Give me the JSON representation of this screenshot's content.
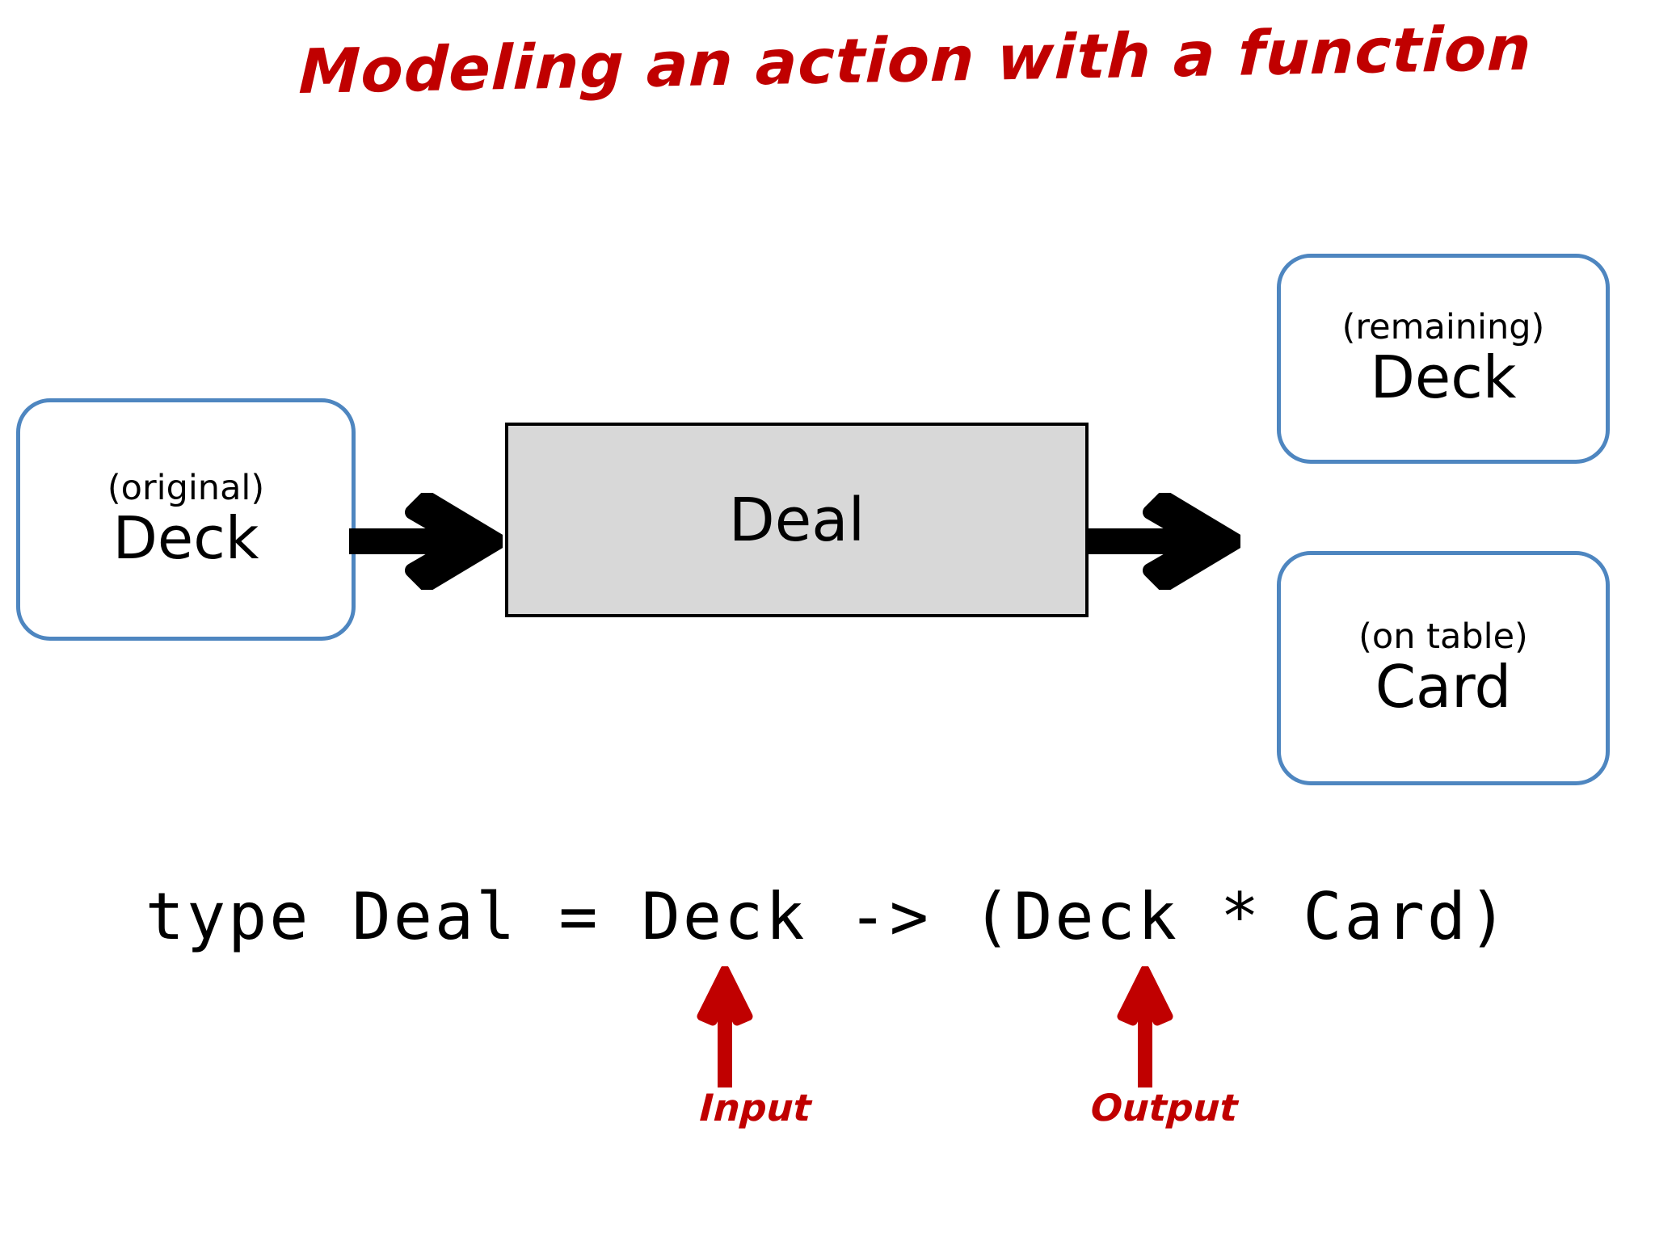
{
  "title": "Modeling an action with a function",
  "colors": {
    "annotation_red": "#c00000",
    "box_border_blue": "#4e86c0",
    "process_fill_gray": "#d8d8d8",
    "process_border": "#000000",
    "arrow_black": "#000000",
    "background": "#ffffff",
    "text": "#000000"
  },
  "diagram": {
    "input_box": {
      "qualifier": "(original)",
      "main": "Deck"
    },
    "process_box": {
      "main": "Deal"
    },
    "output_boxes": [
      {
        "qualifier": "(remaining)",
        "main": "Deck"
      },
      {
        "qualifier": "(on table)",
        "main": "Card"
      }
    ],
    "flow_arrows": [
      {
        "name": "input-to-process"
      },
      {
        "name": "process-to-output"
      }
    ]
  },
  "code": {
    "line": "type Deal = Deck -> (Deck * Card)"
  },
  "annotations": [
    {
      "label": "Input"
    },
    {
      "label": "Output"
    }
  ]
}
